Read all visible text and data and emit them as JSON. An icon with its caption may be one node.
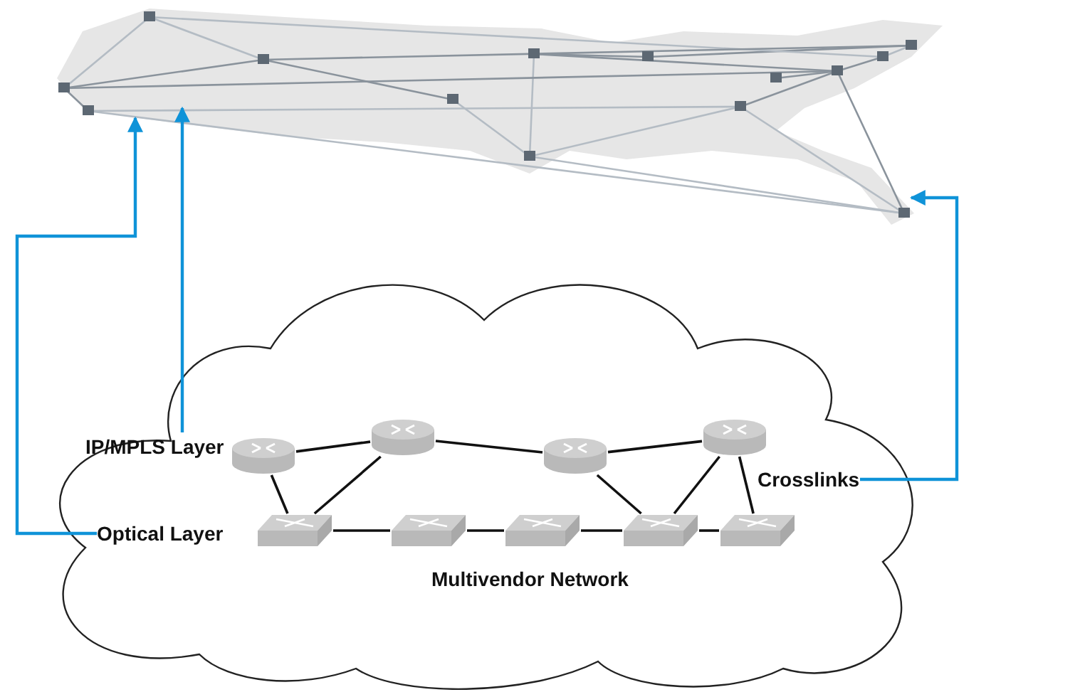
{
  "diagram": {
    "nodes": [
      {
        "text": [],
        "shape": "picture"
      },
      {
        "text": [
          "Multivendor Network"
        ]
      },
      {
        "text": [
          "IP/MPLS Layer"
        ],
        "in": 1
      },
      {
        "text": [
          "Optical Layer"
        ],
        "in": 1
      },
      {
        "text": [
          "Crosslinks"
        ],
        "in": 1
      },
      {
        "text": [],
        "shape": "cylinder",
        "in": 1
      },
      {
        "text": [],
        "shape": "cylinder",
        "in": 1
      },
      {
        "text": [],
        "shape": "cylinder",
        "in": 1
      },
      {
        "text": [],
        "shape": "cylinder",
        "in": 1
      },
      {
        "text": [],
        "shape": "box",
        "in": 1
      },
      {
        "text": [],
        "shape": "box",
        "in": 1
      },
      {
        "text": [],
        "shape": "box",
        "in": 1
      },
      {
        "text": [],
        "shape": "box",
        "in": 1
      },
      {
        "text": [],
        "shape": "box",
        "in": 1
      }
    ],
    "edges": [
      {
        "from": 2,
        "to": 0,
        "arrow": "to",
        "color": "#0f93d8"
      },
      {
        "from": 3,
        "to": 0,
        "arrow": "to",
        "color": "#0f93d8"
      },
      {
        "from": 4,
        "to": 0,
        "arrow": "to",
        "color": "#0f93d8"
      },
      {
        "from": 5,
        "to": 6,
        "arrow": "none"
      },
      {
        "from": 6,
        "to": 7,
        "arrow": "none"
      },
      {
        "from": 7,
        "to": 8,
        "arrow": "none"
      },
      {
        "from": 5,
        "to": 9,
        "arrow": "none"
      },
      {
        "from": 6,
        "to": 9,
        "arrow": "none"
      },
      {
        "from": 9,
        "to": 10,
        "arrow": "none"
      },
      {
        "from": 10,
        "to": 11,
        "arrow": "none"
      },
      {
        "from": 11,
        "to": 12,
        "arrow": "none"
      },
      {
        "from": 12,
        "to": 13,
        "arrow": "none"
      },
      {
        "from": 7,
        "to": 12,
        "arrow": "none"
      },
      {
        "from": 8,
        "to": 12,
        "arrow": "none"
      },
      {
        "from": 8,
        "to": 13,
        "arrow": "none"
      }
    ]
  }
}
